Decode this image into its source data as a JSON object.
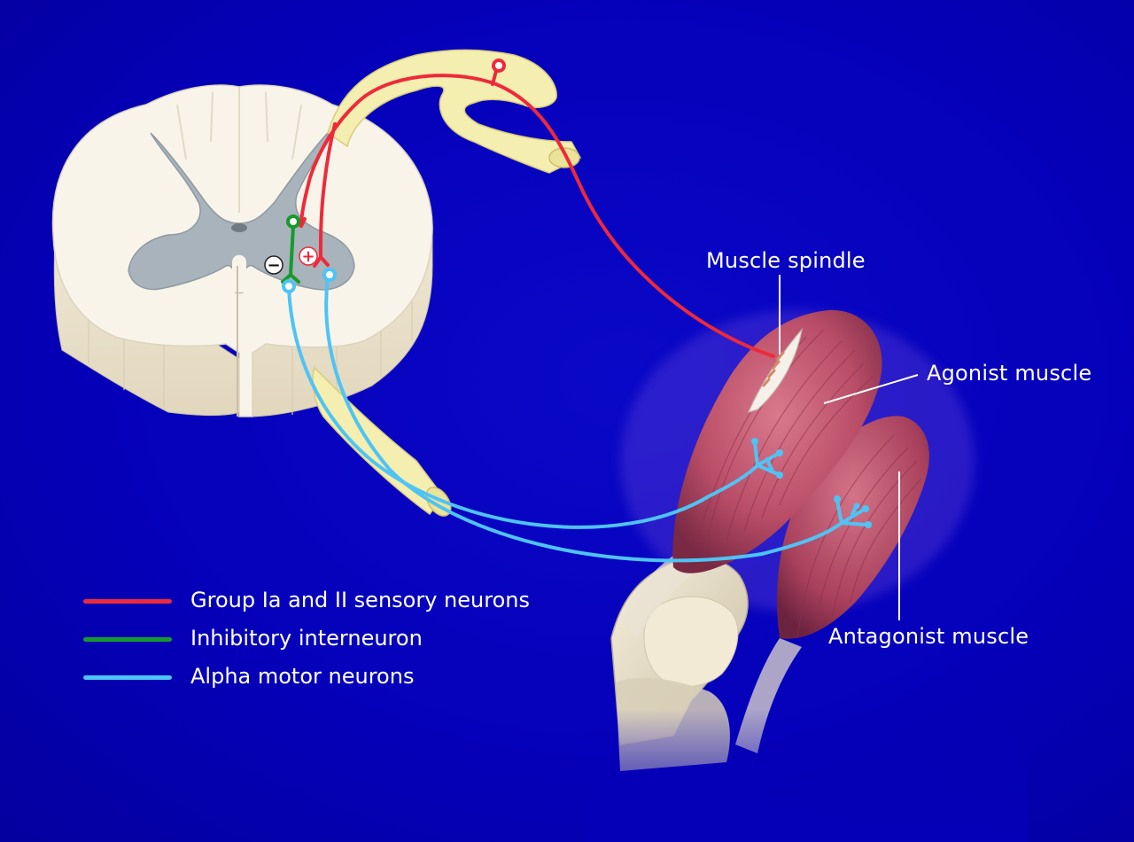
{
  "labels": {
    "muscle_spindle": "Muscle spindle",
    "agonist": "Agonist muscle",
    "antagonist": "Antagonist muscle"
  },
  "legend": [
    {
      "text": "Group Ia and II sensory neurons",
      "color": "#ee2a3a"
    },
    {
      "text": "Inhibitory interneuron",
      "color": "#169a2e"
    },
    {
      "text": "Alpha motor neurons",
      "color": "#4fc3f4"
    }
  ],
  "synapse_signs": {
    "inhibitory": "−",
    "excitatory": "+"
  },
  "colors": {
    "background": "#0500b8",
    "sensory": "#ee2a3a",
    "interneuron": "#169a2e",
    "motor": "#4fc3f4",
    "cord_white": "#f7f2e6",
    "cord_grey": "#a8b4bd",
    "nerve": "#f4eeb0",
    "muscle": "#c75a72",
    "bone": "#eae0c8"
  }
}
